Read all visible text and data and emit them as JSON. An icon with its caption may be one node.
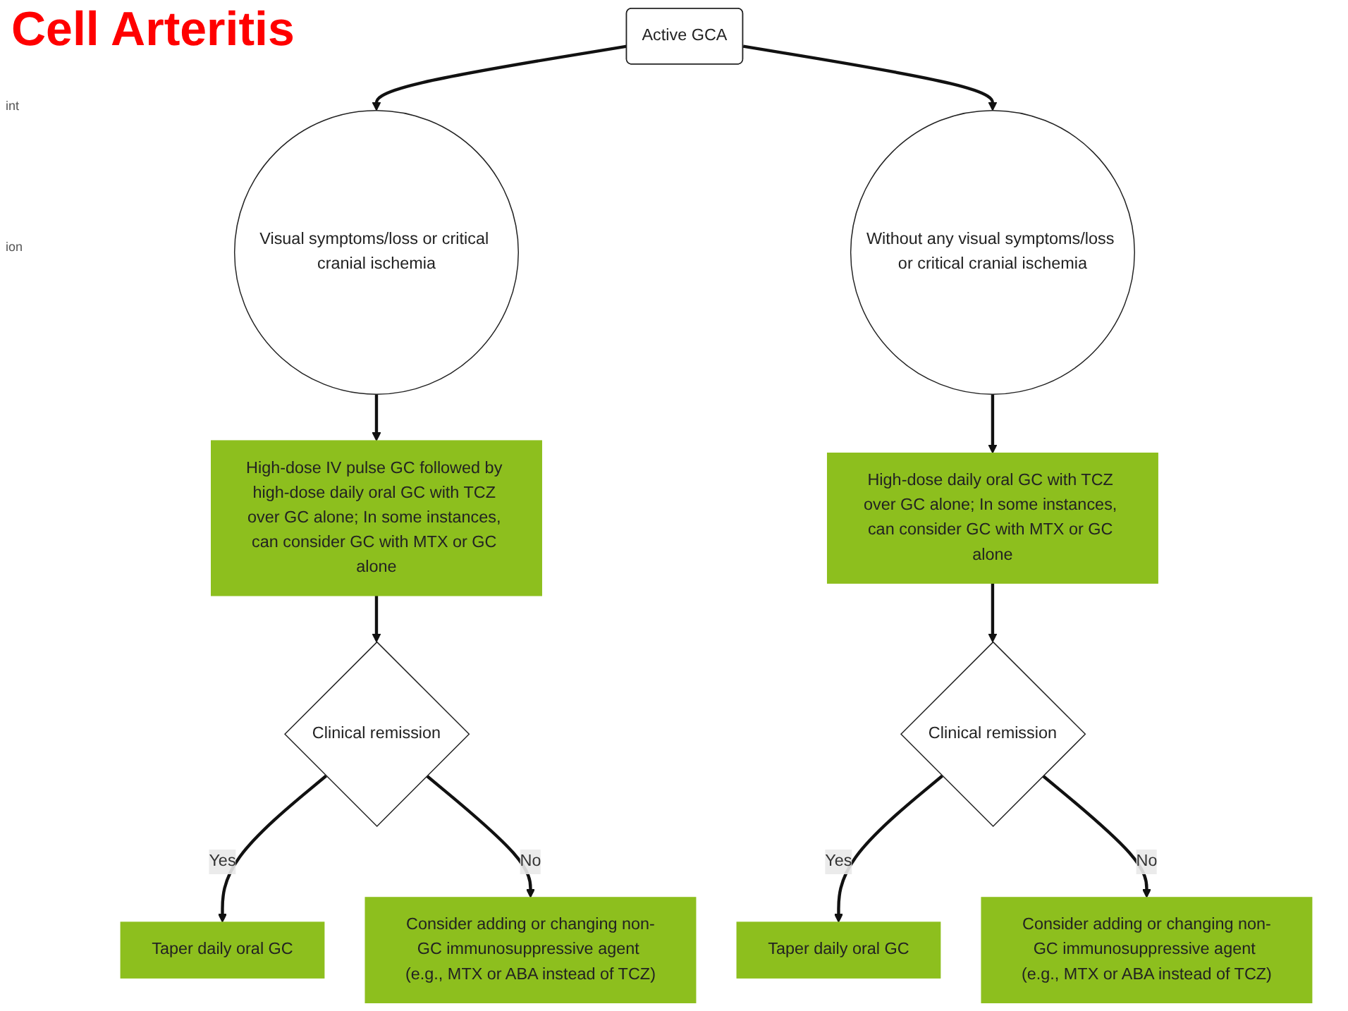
{
  "diagram": {
    "title": "Cell Arteritis",
    "nodes": [
      {
        "text": [
          "Active GCA"
        ]
      },
      {
        "text": [
          "Visual symptoms/loss or critical cranial ischemia"
        ]
      },
      {
        "text": [
          "Without any visual symptoms/loss or critical cranial ischemia"
        ]
      },
      {
        "text": [
          "High-dose IV pulse GC followed by high-dose daily oral GC with TCZ over GC alone; In some instances, can consider GC with MTX or GC alone"
        ]
      },
      {
        "text": [
          "High-dose daily oral GC with TCZ over GC alone; In some instances, can consider GC with MTX or GC alone"
        ]
      },
      {
        "text": [
          "Clinical remission"
        ]
      },
      {
        "text": [
          "Clinical remission"
        ]
      },
      {
        "text": [
          "Taper daily oral GC"
        ]
      },
      {
        "text": [
          "Consider adding or changing non-GC immunosuppressive agent (e.g., MTX or ABA instead of TCZ)"
        ]
      },
      {
        "text": [
          "Taper daily oral GC"
        ]
      },
      {
        "text": [
          "Consider adding or changing non-GC immunosuppressive agent (e.g., MTX or ABA instead of TCZ)"
        ]
      }
    ],
    "edges": [
      {
        "from": 0,
        "to": 1,
        "arrow": "to"
      },
      {
        "from": 0,
        "to": 2,
        "arrow": "to"
      },
      {
        "from": 1,
        "to": 3,
        "arrow": "to"
      },
      {
        "from": 2,
        "to": 4,
        "arrow": "to"
      },
      {
        "from": 3,
        "to": 5,
        "arrow": "to"
      },
      {
        "from": 4,
        "to": 6,
        "arrow": "to"
      },
      {
        "from": 5,
        "to": 7,
        "label": "Yes",
        "arrow": "to"
      },
      {
        "from": 5,
        "to": 8,
        "label": "No",
        "arrow": "to"
      },
      {
        "from": 6,
        "to": 9,
        "label": "Yes",
        "arrow": "to"
      },
      {
        "from": 6,
        "to": 10,
        "label": "No",
        "arrow": "to"
      }
    ],
    "labels": [
      "int",
      "ion"
    ]
  }
}
